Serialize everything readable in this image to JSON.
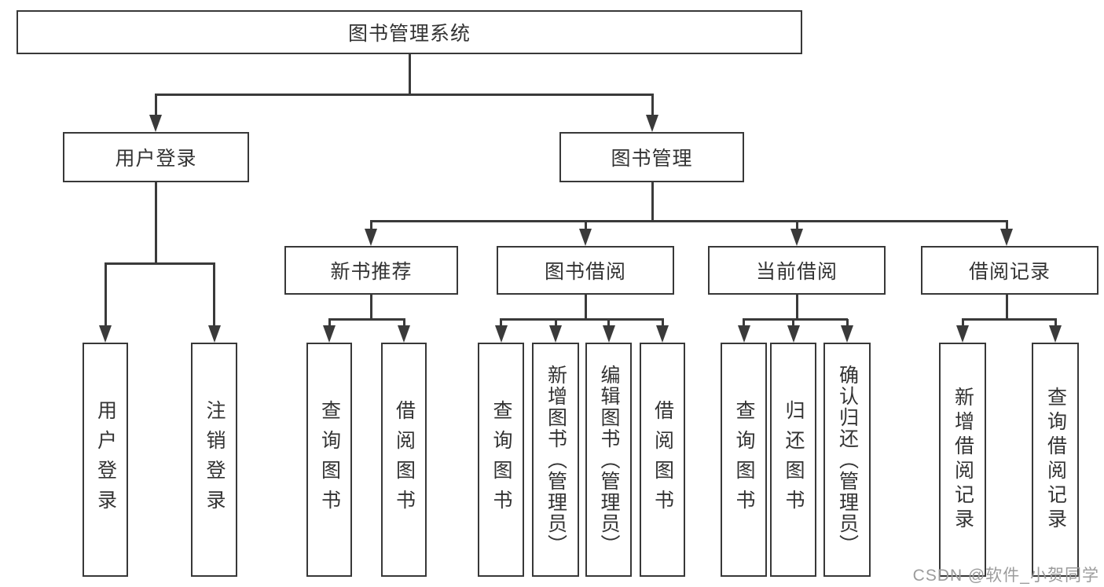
{
  "diagram": {
    "title": "图书管理系统",
    "tree": {
      "root": {
        "label": "图书管理系统",
        "children": [
          {
            "label": "用户登录",
            "children": [
              {
                "label": "用户登录"
              },
              {
                "label": "注销登录"
              }
            ]
          },
          {
            "label": "图书管理",
            "children": [
              {
                "label": "新书推荐",
                "children": [
                  {
                    "label": "查询图书"
                  },
                  {
                    "label": "借阅图书"
                  }
                ]
              },
              {
                "label": "图书借阅",
                "children": [
                  {
                    "label": "查询图书"
                  },
                  {
                    "label": "新增图书（管理员）"
                  },
                  {
                    "label": "编辑图书（管理员）"
                  },
                  {
                    "label": "借阅图书"
                  }
                ]
              },
              {
                "label": "当前借阅",
                "children": [
                  {
                    "label": "查询图书"
                  },
                  {
                    "label": "归还图书"
                  },
                  {
                    "label": "确认归还（管理员）"
                  }
                ]
              },
              {
                "label": "借阅记录",
                "children": [
                  {
                    "label": "新增借阅记录"
                  },
                  {
                    "label": "查询借阅记录"
                  }
                ]
              }
            ]
          }
        ]
      }
    },
    "colors": {
      "line": "#3a3a3a",
      "box_border": "#383838",
      "text": "#333333",
      "background": "#ffffff",
      "watermark": "#9c9c9c"
    }
  },
  "watermark": {
    "text": "CSDN @软件_小贺同学"
  }
}
